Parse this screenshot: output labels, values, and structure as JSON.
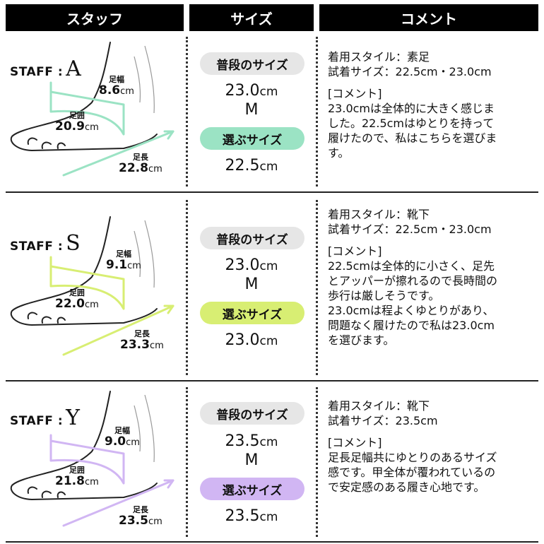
{
  "header": {
    "col1": "スタッフ",
    "col2": "サイズ",
    "col3": "コメント"
  },
  "labels": {
    "width": "足幅",
    "girth": "足囲",
    "length": "足長",
    "unit": "cm",
    "usual_size": "普段のサイズ",
    "chosen_size": "選ぶサイズ"
  },
  "rows": [
    {
      "staff_prefix": "STAFF : ",
      "staff_letter": "A",
      "accent": "#9be3c4",
      "width_value": "8.6",
      "girth_value": "20.9",
      "length_value": "22.8",
      "usual_value": "23.0",
      "usual_letter": "M",
      "chosen_value": "22.5",
      "comment": {
        "style": "着用スタイル：素足",
        "tried": "試着サイズ：22.5cm・23.0cm",
        "heading": "[コメント]",
        "lines": [
          "23.0cmは全体的に大きく感じま",
          "した。22.5cmはゆとりを持って",
          "履けたので、私はこちらを選びま",
          "す。"
        ]
      }
    },
    {
      "staff_prefix": "STAFF : ",
      "staff_letter": "S",
      "accent": "#d8ee73",
      "width_value": "9.1",
      "girth_value": "22.0",
      "length_value": "23.3",
      "usual_value": "23.0",
      "usual_letter": "M",
      "chosen_value": "23.0",
      "comment": {
        "style": "着用スタイル：靴下",
        "tried": "試着サイズ：22.5cm・23.0cm",
        "heading": "[コメント]",
        "lines": [
          "22.5cmは全体的に小さく、足先",
          "とアッパーが擦れるので長時間の",
          "歩行は厳しそうです。",
          "23.0cmは程よくゆとりがあり、",
          "問題なく履けたので私は23.0cm",
          "を選びます。"
        ]
      }
    },
    {
      "staff_prefix": "STAFF : ",
      "staff_letter": "Y",
      "accent": "#d1b6f3",
      "width_value": "9.0",
      "girth_value": "21.8",
      "length_value": "23.5",
      "usual_value": "23.5",
      "usual_letter": "M",
      "chosen_value": "23.5",
      "comment": {
        "style": "着用スタイル：靴下",
        "tried": "試着サイズ：23.5cm",
        "heading": "[コメント]",
        "lines": [
          "足長足幅共にゆとりのあるサイズ",
          "感です。甲全体が覆われているの",
          "で安定感のある履き心地です。"
        ]
      }
    }
  ]
}
